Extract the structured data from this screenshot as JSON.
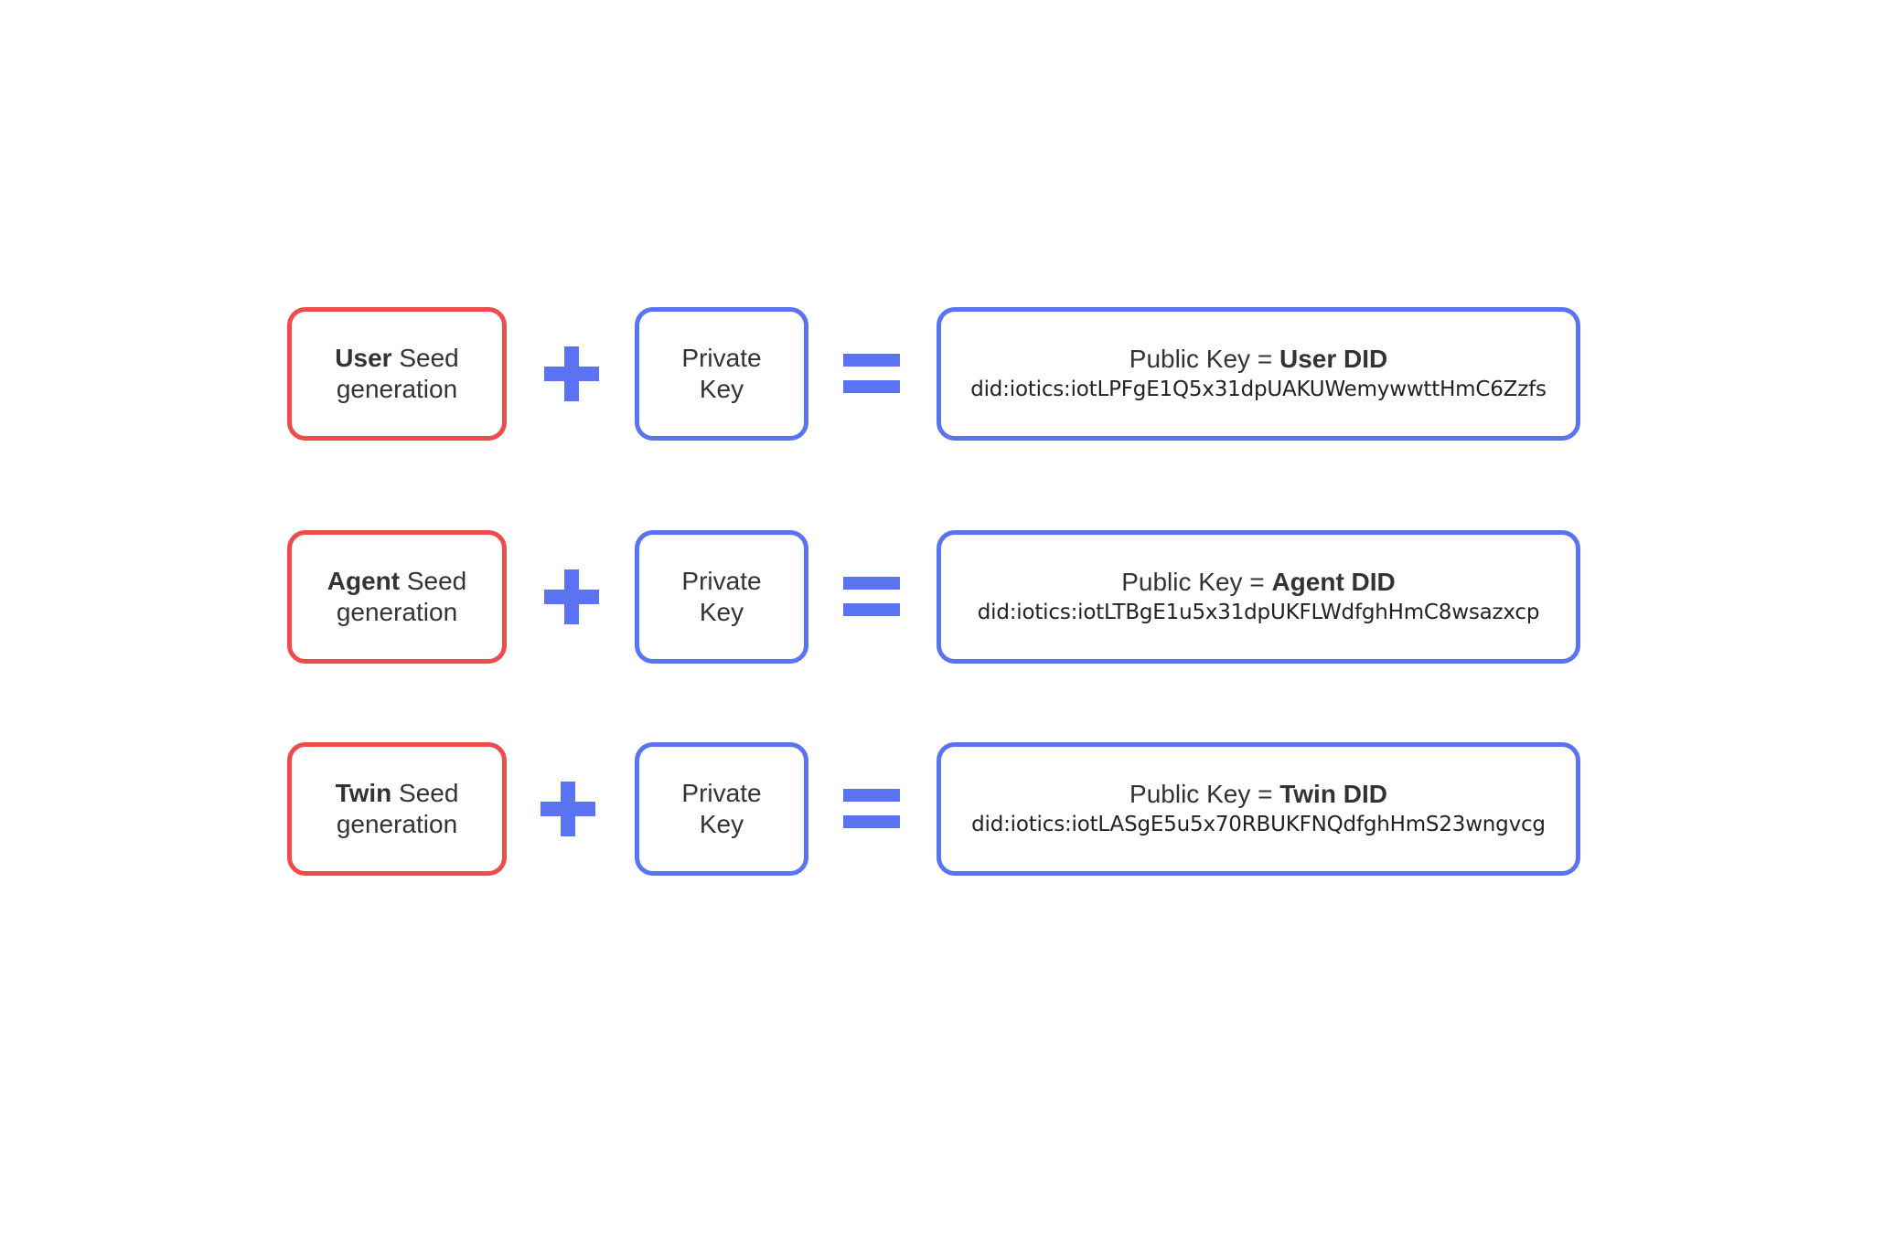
{
  "colors": {
    "seed_border": "#ef4b4b",
    "key_border": "#5a73f2",
    "operator": "#5a73f2",
    "text": "#333333"
  },
  "rows": [
    {
      "seed": {
        "bold": "User",
        "rest": " Seed",
        "line2": "generation"
      },
      "plus_icon": "plus-icon",
      "key": {
        "line1": "Private",
        "line2": "Key"
      },
      "equals_icon": "equals-icon",
      "result": {
        "prefix": "Public Key = ",
        "bold": "User DID",
        "did": "did:iotics:iotLPFgE1Q5x31dpUAKUWemywwttHmC6Zzfs"
      }
    },
    {
      "seed": {
        "bold": "Agent",
        "rest": " Seed",
        "line2": "generation"
      },
      "plus_icon": "plus-icon",
      "key": {
        "line1": "Private",
        "line2": "Key"
      },
      "equals_icon": "equals-icon",
      "result": {
        "prefix": "Public Key = ",
        "bold": "Agent DID",
        "did": "did:iotics:iotLTBgE1u5x31dpUKFLWdfghHmC8wsazxcp"
      }
    },
    {
      "seed": {
        "bold": "Twin",
        "rest": " Seed",
        "line2": "generation"
      },
      "plus_icon": "plus-icon",
      "key": {
        "line1": "Private",
        "line2": "Key"
      },
      "equals_icon": "equals-icon",
      "result": {
        "prefix": "Public Key = ",
        "bold": "Twin DID",
        "did": "did:iotics:iotLASgE5u5x70RBUKFNQdfghHmS23wngvcg"
      }
    }
  ]
}
